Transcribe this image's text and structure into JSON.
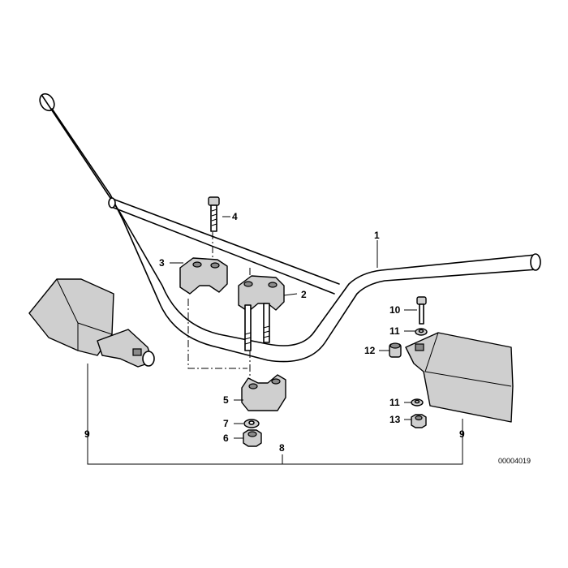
{
  "diagram": {
    "part_numbers": {
      "p1": "1",
      "p2": "2",
      "p3": "3",
      "p4": "4",
      "p5": "5",
      "p6": "6",
      "p7": "7",
      "p8": "8",
      "p9_left": "9",
      "p9_right": "9",
      "p10": "10",
      "p11_top": "11",
      "p11_bottom": "11",
      "p12": "12",
      "p13": "13"
    },
    "reference_code": "00004019"
  }
}
